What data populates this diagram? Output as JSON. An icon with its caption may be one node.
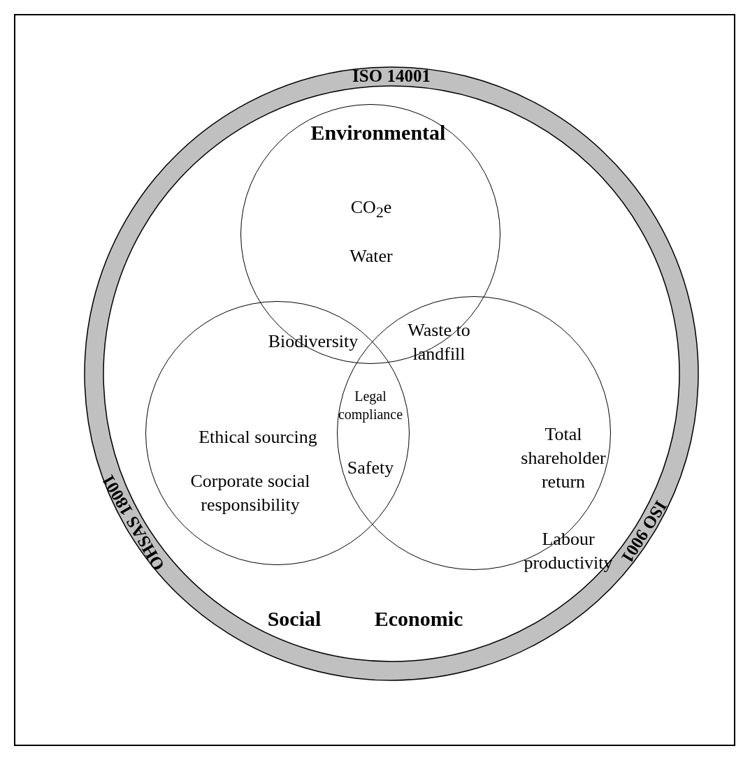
{
  "diagram": {
    "nodes": [
      {
        "text": [
          "ISO 14001",
          "ISO 9001",
          "OHSAS 18001"
        ]
      },
      {
        "text": [
          "Environmental",
          "CO$_{2}$e",
          "Water"
        ],
        "in": 0
      },
      {
        "text": [
          "Ethical sourcing",
          "Corporate social responsibility",
          "Social"
        ],
        "in": 0
      },
      {
        "text": [
          "Total shareholder return",
          "Labour productivity",
          "Economic"
        ],
        "in": 0
      }
    ],
    "labels": [
      "Biodiversity",
      "Waste to landfill",
      "Legal compliance",
      "Safety"
    ]
  }
}
